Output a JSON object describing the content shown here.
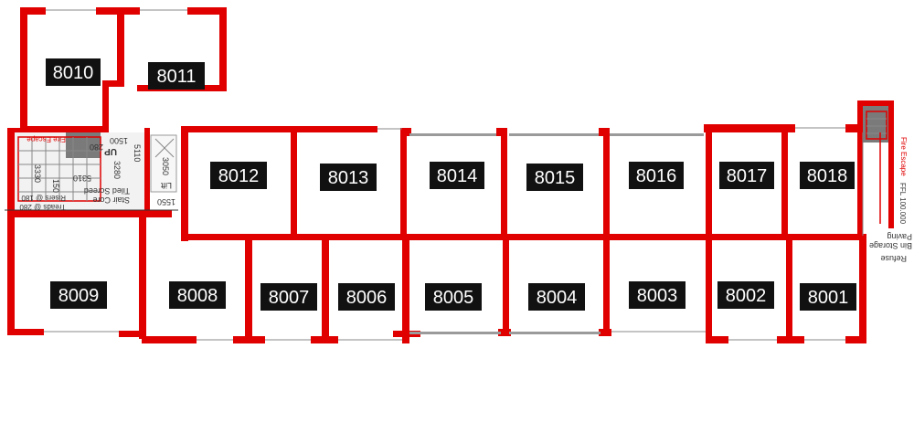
{
  "rooms": [
    {
      "id": "8010"
    },
    {
      "id": "8011"
    },
    {
      "id": "8012"
    },
    {
      "id": "8013"
    },
    {
      "id": "8014"
    },
    {
      "id": "8015"
    },
    {
      "id": "8016"
    },
    {
      "id": "8017"
    },
    {
      "id": "8018"
    },
    {
      "id": "8009"
    },
    {
      "id": "8008"
    },
    {
      "id": "8007"
    },
    {
      "id": "8006"
    },
    {
      "id": "8005"
    },
    {
      "id": "8004"
    },
    {
      "id": "8003"
    },
    {
      "id": "8002"
    },
    {
      "id": "8001"
    }
  ],
  "annotations": {
    "stair_core": "Stair Core",
    "tiled_screed": "Tiled Screed",
    "risers": "Risers @ 180",
    "treads": "Treads @ 280",
    "fire_escape_left": "Fire Escape",
    "up": "UP",
    "lift": "Lift",
    "dim_5110": "5110",
    "dim_1500": "1500",
    "dim_3280": "3280",
    "dim_3330": "3330",
    "dim_5310": "5310",
    "dim_280": "280",
    "dim_1550": "1550",
    "dim_3050": "3050",
    "dim_150": "150",
    "fire_escape_right": "Fire Escape",
    "ffl": "FFL 100.000",
    "refuse": "Refuse",
    "bin_storage": "Bin Storage",
    "paving": "Paving"
  }
}
